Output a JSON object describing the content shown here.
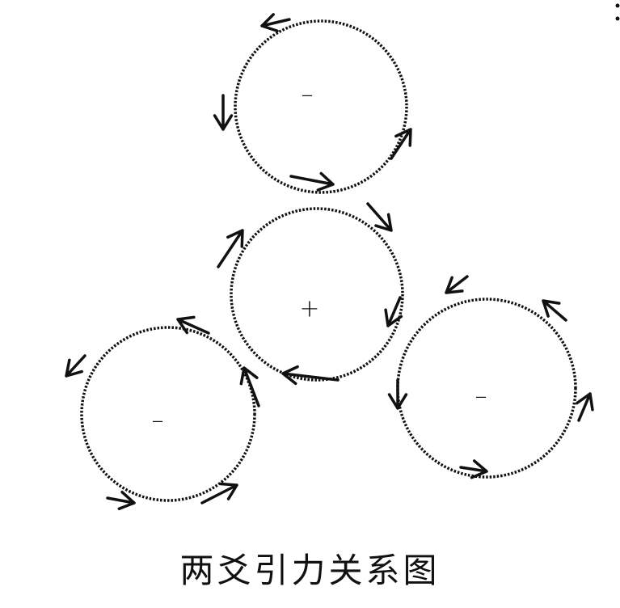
{
  "title": "两爻引力关系图",
  "circles": [
    {
      "id": "top",
      "sign": "–"
    },
    {
      "id": "center",
      "sign": "+"
    },
    {
      "id": "bottom-left",
      "sign": "–"
    },
    {
      "id": "right",
      "sign": "–"
    }
  ],
  "colors": {
    "stroke": "#111111",
    "background": "#ffffff"
  }
}
